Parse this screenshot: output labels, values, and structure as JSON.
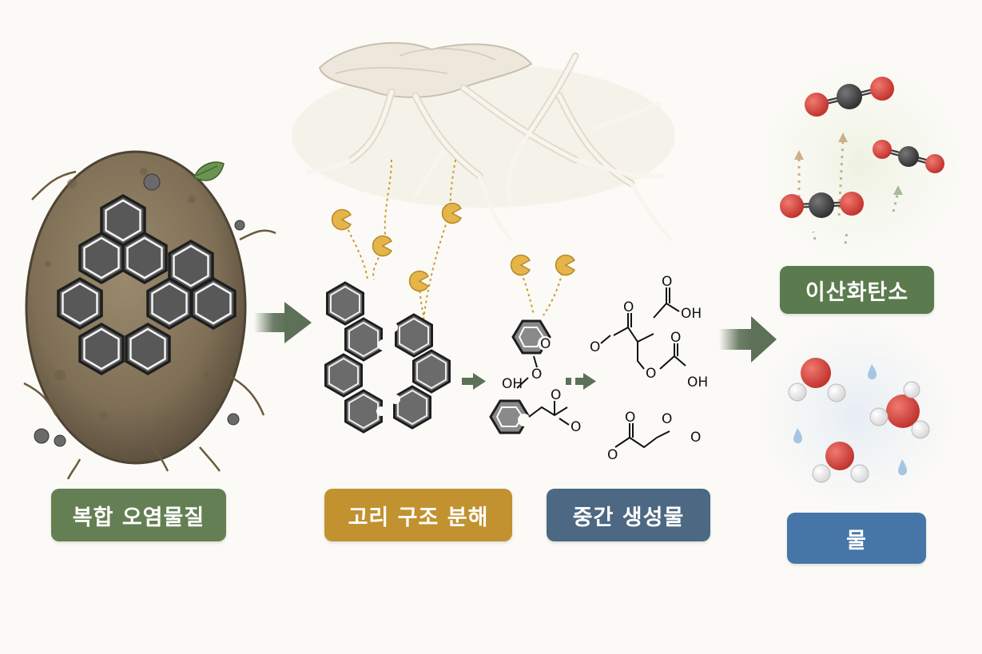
{
  "labels": {
    "pollutant": "복합 오염물질",
    "ring_breakdown": "고리 구조 분해",
    "intermediates": "중간 생성물",
    "co2": "이산화탄소",
    "water": "물"
  },
  "chem_text": {
    "oh": "OH",
    "o": "O"
  },
  "colors": {
    "pollutant_label": "#647f53",
    "ring_label": "#c1922f",
    "intermediate_label": "#4c6882",
    "co2_label": "#5b7a4e",
    "water_label": "#4576a7",
    "arrow": "#5d7058",
    "enzyme": "#e5b54a",
    "oxygen_atom": "#d6423b",
    "carbon_atom": "#3e3e3e",
    "hydrogen_atom": "#f4f4f4",
    "hexagon_fill": "#575757"
  },
  "icons": [
    "soil-clump-icon",
    "fungus-mycelium-icon",
    "enzyme-icon",
    "co2-molecule-icon",
    "water-molecule-icon",
    "water-drop-icon",
    "leaf-icon"
  ]
}
